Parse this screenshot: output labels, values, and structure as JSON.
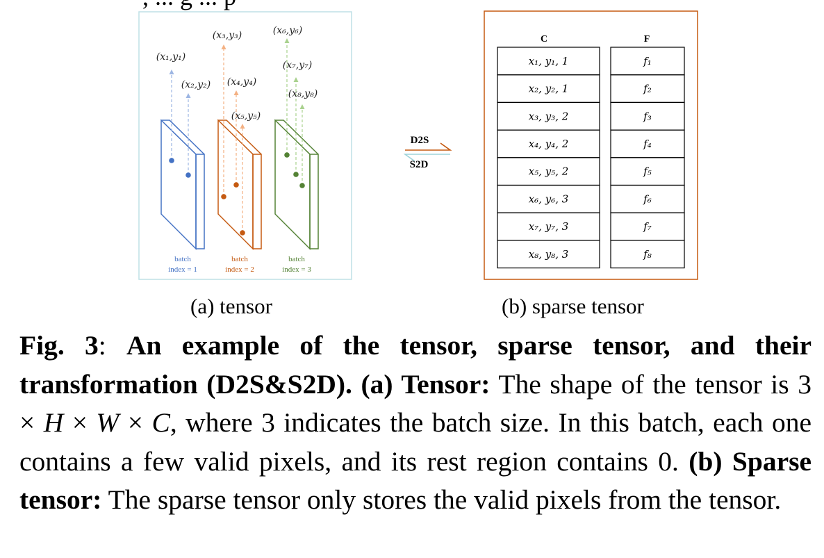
{
  "top_cut_text": ", ... g ... p",
  "panel_a": {
    "slices": [
      {
        "label_line1": "batch",
        "label_line2": "index = 1",
        "color": "#4472C4"
      },
      {
        "label_line1": "batch",
        "label_line2": "index = 2",
        "color": "#C55A11"
      },
      {
        "label_line1": "batch",
        "label_line2": "index = 3",
        "color": "#548235"
      }
    ],
    "points": [
      {
        "label": "(x₁,y₁)"
      },
      {
        "label": "(x₂,y₂)"
      },
      {
        "label": "(x₃,y₃)"
      },
      {
        "label": "(x₄,y₄)"
      },
      {
        "label": "(x₅,y₅)"
      },
      {
        "label": "(x₆,y₆)"
      },
      {
        "label": "(x₇,y₇)"
      },
      {
        "label": "(x₈,y₈)"
      }
    ]
  },
  "arrows": {
    "forward": "D2S",
    "backward": "S2D"
  },
  "panel_b": {
    "col_c_header": "C",
    "col_f_header": "F",
    "rows": [
      {
        "c": "x₁, y₁, 1",
        "f": "f₁"
      },
      {
        "c": "x₂, y₂, 1",
        "f": "f₂"
      },
      {
        "c": "x₃, y₃, 2",
        "f": "f₃"
      },
      {
        "c": "x₄, y₄, 2",
        "f": "f₄"
      },
      {
        "c": "x₅, y₅, 2",
        "f": "f₅"
      },
      {
        "c": "x₆, y₆, 3",
        "f": "f₆"
      },
      {
        "c": "x₇, y₇, 3",
        "f": "f₇"
      },
      {
        "c": "x₈, y₈, 3",
        "f": "f₈"
      }
    ]
  },
  "subcaptions": {
    "a": "(a) tensor",
    "b": "(b) sparse tensor"
  },
  "caption": {
    "fig_label": "Fig. 3",
    "sep": ":",
    "bold_title": "An example of the tensor, sparse tensor, and their transformation (D2S&S2D).",
    "a_label": "(a) Tensor:",
    "a_text_1": "The shape of the tensor is 3 ×",
    "a_H": "H",
    "a_times2": "×",
    "a_W": "W",
    "a_times3": "×",
    "a_C": "C",
    "a_text_2": ", where 3 indicates the batch size. In this batch, each one contains a few valid pixels, and its rest region contains 0.",
    "b_label": "(b) Sparse tensor:",
    "b_text": "The sparse tensor only stores the valid pixels from the tensor."
  }
}
